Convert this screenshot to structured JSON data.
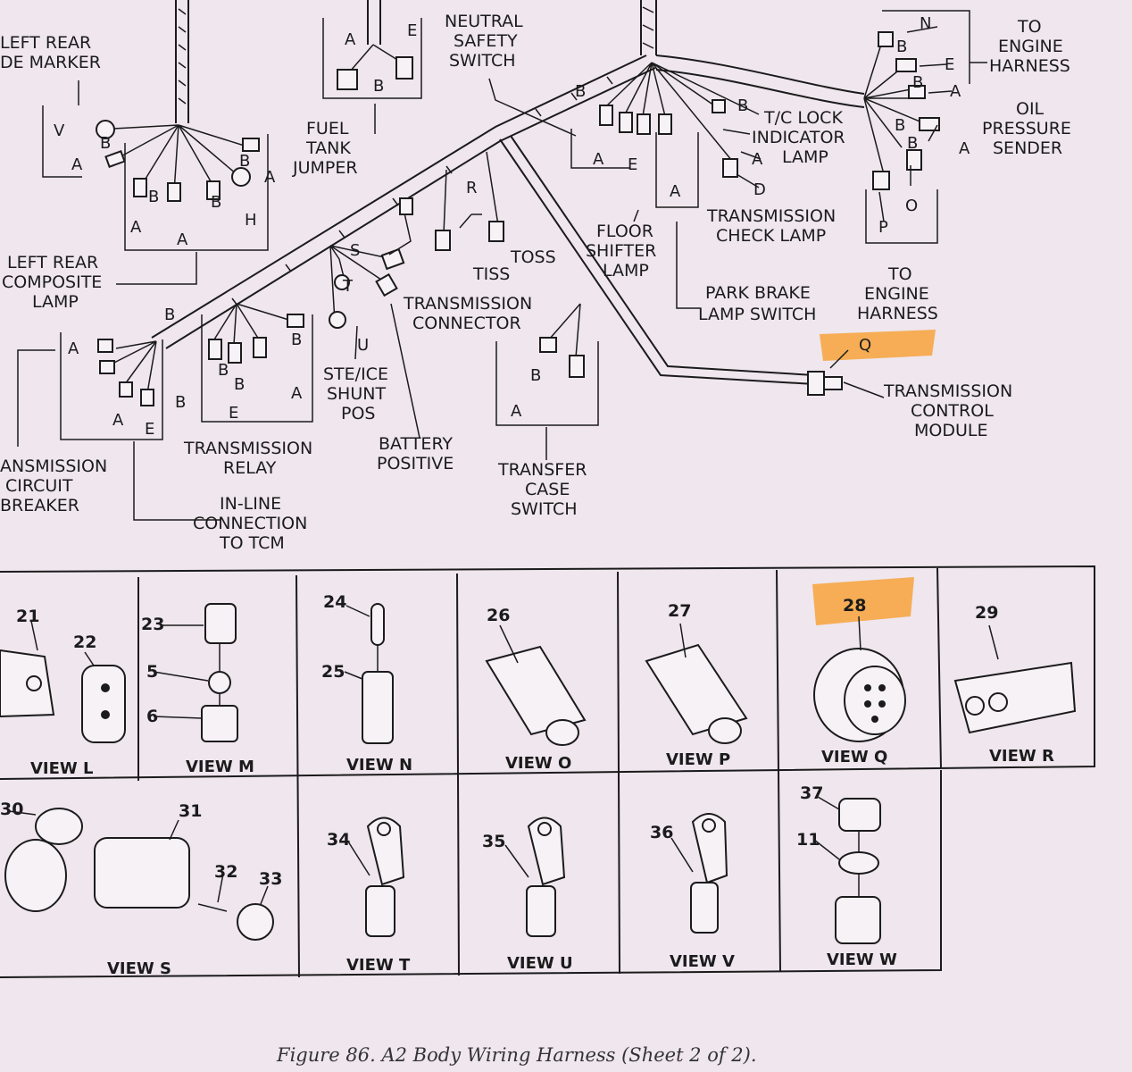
{
  "highlight_color": "#f7a23a",
  "ink_color": "#1b1b1b",
  "paper_color": "#efe6ee",
  "labels": {
    "left_rear_side_marker_1": "LEFT REAR",
    "left_rear_side_marker_2": "DE MARKER",
    "fuel_tank_1": "FUEL",
    "fuel_tank_2": "TANK",
    "fuel_tank_3": "JUMPER",
    "neutral_1": "NEUTRAL",
    "neutral_2": "SAFETY",
    "neutral_3": "SWITCH",
    "to_engine_top_1": "TO",
    "to_engine_top_2": "ENGINE",
    "to_engine_top_3": "HARNESS",
    "oil_1": "OIL",
    "oil_2": "PRESSURE",
    "oil_3": "SENDER",
    "tc_lock_1": "T/C LOCK",
    "tc_lock_2": "INDICATOR",
    "tc_lock_3": "LAMP",
    "floor_1": "FLOOR",
    "floor_2": "SHIFTER",
    "floor_3": "LAMP",
    "trans_check_1": "TRANSMISSION",
    "trans_check_2": "CHECK LAMP",
    "to_engine_bottom_1": "TO",
    "to_engine_bottom_2": "ENGINE",
    "to_engine_bottom_3": "HARNESS",
    "park_1": "PARK BRAKE",
    "park_2": "LAMP SWITCH",
    "left_rear_comp_1": "LEFT REAR",
    "left_rear_comp_2": "COMPOSITE",
    "left_rear_comp_3": "LAMP",
    "tiss": "TISS",
    "toss": "TOSS",
    "trans_conn_1": "TRANSMISSION",
    "trans_conn_2": "CONNECTOR",
    "tcm_1": "TRANSMISSION",
    "tcm_2": "CONTROL",
    "tcm_3": "MODULE",
    "ste_1": "STE/ICE",
    "ste_2": "SHUNT",
    "ste_3": "POS",
    "battery_1": "BATTERY",
    "battery_2": "POSITIVE",
    "trans_relay_1": "TRANSMISSION",
    "trans_relay_2": "RELAY",
    "transfer_1": "TRANSFER",
    "transfer_2": "CASE",
    "transfer_3": "SWITCH",
    "breaker_1": "ANSMISSION",
    "breaker_2": "CIRCUIT",
    "breaker_3": "BREAKER",
    "inline_1": "IN-LINE",
    "inline_2": "CONNECTION",
    "inline_3": "TO TCM"
  },
  "pins": {
    "N": "N",
    "B": "B",
    "E": "E",
    "A": "A",
    "V": "V",
    "H": "H",
    "R": "R",
    "S": "S",
    "T": "T",
    "U": "U",
    "D": "D",
    "P": "P",
    "O": "O",
    "Q": "Q"
  },
  "views": {
    "L": "VIEW L",
    "M": "VIEW M",
    "N": "VIEW N",
    "O": "VIEW O",
    "P": "VIEW P",
    "Q": "VIEW Q",
    "R": "VIEW R",
    "S": "VIEW S",
    "T": "VIEW T",
    "U": "VIEW U",
    "V": "VIEW V",
    "W": "VIEW W"
  },
  "part_numbers": {
    "n21": "21",
    "n22": "22",
    "n23": "23",
    "n5": "5",
    "n6": "6",
    "n24": "24",
    "n25": "25",
    "n26": "26",
    "n27": "27",
    "n28": "28",
    "n29": "29",
    "n30": "30",
    "n31": "31",
    "n32": "32",
    "n33": "33",
    "n34": "34",
    "n35": "35",
    "n36": "36",
    "n37": "37",
    "n11": "11"
  },
  "caption": "Figure 86. A2 Body Wiring Harness (Sheet 2 of 2)."
}
